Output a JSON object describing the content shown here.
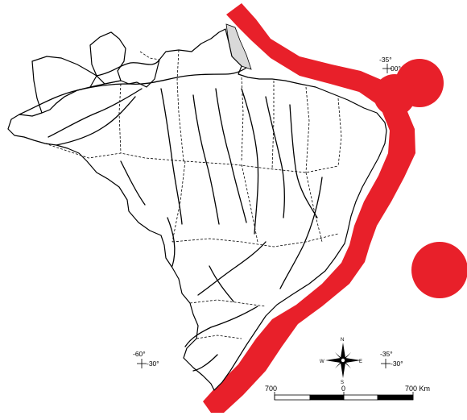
{
  "colors": {
    "zone": "#e8202a",
    "outline": "#000000",
    "island": "#d9d9d9",
    "background": "#ffffff"
  },
  "graticule": {
    "ne": {
      "lon": "-35°",
      "lat": "00°"
    },
    "sw": {
      "lon": "-60°",
      "lat": "-30°"
    },
    "se": {
      "lon": "-35°",
      "lat": "-30°"
    }
  },
  "compass": {
    "n": "N",
    "s": "S",
    "e": "E",
    "w": "W"
  },
  "scale": {
    "left": "700",
    "middle": "0",
    "right": "700 Km"
  },
  "icons": [
    "compass-rose-icon",
    "graticule-cross-icon"
  ]
}
